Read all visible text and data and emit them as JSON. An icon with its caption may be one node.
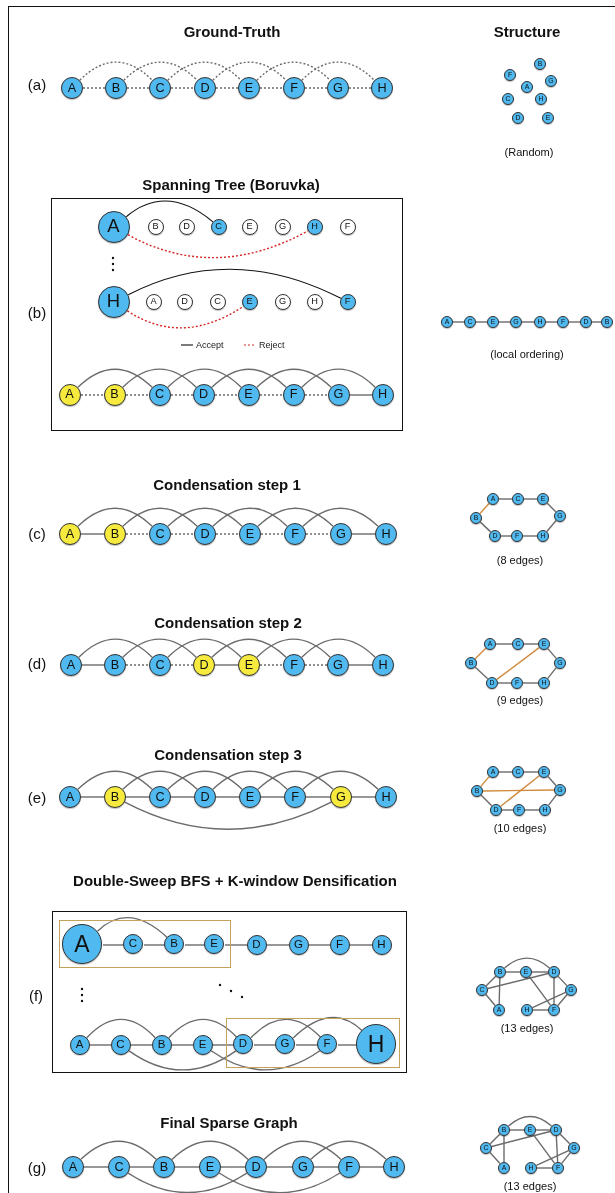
{
  "diagram": {
    "nodes": [
      {
        "text": [
          "A"
        ]
      },
      {
        "text": [
          "B"
        ]
      },
      {
        "text": [
          "C"
        ]
      },
      {
        "text": [
          "D"
        ]
      },
      {
        "text": [
          "E"
        ]
      },
      {
        "text": [
          "F"
        ]
      },
      {
        "text": [
          "G"
        ]
      },
      {
        "text": [
          "H"
        ]
      },
      {
        "text": [
          "B"
        ]
      },
      {
        "text": [
          "F"
        ]
      },
      {
        "text": [
          "G"
        ]
      },
      {
        "text": [
          "A"
        ]
      },
      {
        "text": [
          "C"
        ]
      },
      {
        "text": [
          "H"
        ]
      },
      {
        "text": [
          "D"
        ]
      },
      {
        "text": [
          "E"
        ]
      },
      {
        "text": [],
        "shape": "box"
      },
      {
        "text": [
          "A"
        ],
        "in": 16
      },
      {
        "text": [
          "B"
        ],
        "in": 16
      },
      {
        "text": [
          "D"
        ],
        "in": 16
      },
      {
        "text": [
          "C"
        ],
        "in": 16
      },
      {
        "text": [
          "E"
        ],
        "in": 16
      },
      {
        "text": [
          "G"
        ],
        "in": 16
      },
      {
        "text": [
          "H"
        ],
        "in": 16
      },
      {
        "text": [
          "F"
        ],
        "in": 16
      },
      {
        "text": [
          "H"
        ],
        "in": 16
      },
      {
        "text": [
          "A"
        ],
        "in": 16
      },
      {
        "text": [
          "D"
        ],
        "in": 16
      },
      {
        "text": [
          "C"
        ],
        "in": 16
      },
      {
        "text": [
          "E"
        ],
        "in": 16
      },
      {
        "text": [
          "G"
        ],
        "in": 16
      },
      {
        "text": [
          "H"
        ],
        "in": 16
      },
      {
        "text": [
          "F"
        ],
        "in": 16
      },
      {
        "text": [
          "A"
        ],
        "in": 16
      },
      {
        "text": [
          "B"
        ],
        "in": 16
      },
      {
        "text": [
          "C"
        ],
        "in": 16
      },
      {
        "text": [
          "D"
        ],
        "in": 16
      },
      {
        "text": [
          "E"
        ],
        "in": 16
      },
      {
        "text": [
          "F"
        ],
        "in": 16
      },
      {
        "text": [
          "G"
        ],
        "in": 16
      },
      {
        "text": [
          "H"
        ],
        "in": 16
      },
      {
        "text": [
          "A"
        ]
      },
      {
        "text": [
          "C"
        ]
      },
      {
        "text": [
          "E"
        ]
      },
      {
        "text": [
          "G"
        ]
      },
      {
        "text": [
          "H"
        ]
      },
      {
        "text": [
          "F"
        ]
      },
      {
        "text": [
          "D"
        ]
      },
      {
        "text": [
          "B"
        ]
      },
      {
        "text": [
          "A"
        ]
      },
      {
        "text": [
          "B"
        ]
      },
      {
        "text": [
          "C"
        ]
      },
      {
        "text": [
          "D"
        ]
      },
      {
        "text": [
          "E"
        ]
      },
      {
        "text": [
          "F"
        ]
      },
      {
        "text": [
          "G"
        ]
      },
      {
        "text": [
          "H"
        ]
      },
      {
        "text": [
          "A"
        ]
      },
      {
        "text": [
          "C"
        ]
      },
      {
        "text": [
          "E"
        ]
      },
      {
        "text": [
          "B"
        ]
      },
      {
        "text": [
          "G"
        ]
      },
      {
        "text": [
          "D"
        ]
      },
      {
        "text": [
          "F"
        ]
      },
      {
        "text": [
          "H"
        ]
      },
      {
        "text": [
          "A"
        ]
      },
      {
        "text": [
          "B"
        ]
      },
      {
        "text": [
          "C"
        ]
      },
      {
        "text": [
          "D"
        ]
      },
      {
        "text": [
          "E"
        ]
      },
      {
        "text": [
          "F"
        ]
      },
      {
        "text": [
          "G"
        ]
      },
      {
        "text": [
          "H"
        ]
      },
      {
        "text": [
          "A"
        ]
      },
      {
        "text": [
          "C"
        ]
      },
      {
        "text": [
          "E"
        ]
      },
      {
        "text": [
          "B"
        ]
      },
      {
        "text": [
          "G"
        ]
      },
      {
        "text": [
          "D"
        ]
      },
      {
        "text": [
          "F"
        ]
      },
      {
        "text": [
          "H"
        ]
      },
      {
        "text": [
          "A"
        ]
      },
      {
        "text": [
          "B"
        ]
      },
      {
        "text": [
          "C"
        ]
      },
      {
        "text": [
          "D"
        ]
      },
      {
        "text": [
          "E"
        ]
      },
      {
        "text": [
          "F"
        ]
      },
      {
        "text": [
          "G"
        ]
      },
      {
        "text": [
          "H"
        ]
      },
      {
        "text": [
          "A"
        ]
      },
      {
        "text": [
          "C"
        ]
      },
      {
        "text": [
          "E"
        ]
      },
      {
        "text": [
          "B"
        ]
      },
      {
        "text": [
          "G"
        ]
      },
      {
        "text": [
          "D"
        ]
      },
      {
        "text": [
          "F"
        ]
      },
      {
        "text": [
          "H"
        ]
      },
      {
        "text": [],
        "shape": "box"
      },
      {
        "text": [],
        "shape": "box",
        "in": 97
      },
      {
        "text": [
          "A"
        ],
        "in": 98
      },
      {
        "text": [
          "C"
        ],
        "in": 98
      },
      {
        "text": [
          "B"
        ],
        "in": 98
      },
      {
        "text": [
          "E"
        ],
        "in": 98
      },
      {
        "text": [
          "D"
        ],
        "in": 97
      },
      {
        "text": [
          "G"
        ],
        "in": 97
      },
      {
        "text": [
          "F"
        ],
        "in": 97
      },
      {
        "text": [
          "H"
        ],
        "in": 97
      },
      {
        "text": [
          "A"
        ],
        "in": 97
      },
      {
        "text": [
          "C"
        ],
        "in": 97
      },
      {
        "text": [
          "B"
        ],
        "in": 97
      },
      {
        "text": [
          "E"
        ],
        "in": 97
      },
      {
        "text": [],
        "shape": "box",
        "in": 97
      },
      {
        "text": [
          "D"
        ],
        "in": 111
      },
      {
        "text": [
          "G"
        ],
        "in": 111
      },
      {
        "text": [
          "F"
        ],
        "in": 111
      },
      {
        "text": [
          "H"
        ],
        "in": 111
      },
      {
        "text": [
          "B"
        ]
      },
      {
        "text": [
          "E"
        ]
      },
      {
        "text": [
          "D"
        ]
      },
      {
        "text": [
          "C"
        ]
      },
      {
        "text": [
          "G"
        ]
      },
      {
        "text": [
          "A"
        ]
      },
      {
        "text": [
          "H"
        ]
      },
      {
        "text": [
          "F"
        ]
      },
      {
        "text": [
          "A"
        ]
      },
      {
        "text": [
          "C"
        ]
      },
      {
        "text": [
          "B"
        ]
      },
      {
        "text": [
          "E"
        ]
      },
      {
        "text": [
          "D"
        ]
      },
      {
        "text": [
          "G"
        ]
      },
      {
        "text": [
          "F"
        ]
      },
      {
        "text": [
          "H"
        ]
      },
      {
        "text": [
          "B"
        ]
      },
      {
        "text": [
          "E"
        ]
      },
      {
        "text": [
          "D"
        ]
      },
      {
        "text": [
          "C"
        ]
      },
      {
        "text": [
          "G"
        ]
      },
      {
        "text": [
          "A"
        ]
      },
      {
        "text": [
          "H"
        ]
      },
      {
        "text": [
          "F"
        ]
      }
    ],
    "edges": [
      {
        "from": 0,
        "to": 1,
        "arrow": "none",
        "style": "dashed"
      },
      {
        "from": 1,
        "to": 2,
        "arrow": "none",
        "style": "dashed"
      },
      {
        "from": 2,
        "to": 3,
        "arrow": "none",
        "style": "dashed"
      },
      {
        "from": 3,
        "to": 4,
        "arrow": "none",
        "style": "dashed"
      },
      {
        "from": 4,
        "to": 5,
        "arrow": "none",
        "style": "dashed"
      },
      {
        "from": 5,
        "to": 6,
        "arrow": "none",
        "style": "dashed"
      },
      {
        "from": 6,
        "to": 7,
        "arrow": "none",
        "style": "dashed"
      },
      {
        "from": 0,
        "to": 2,
        "arrow": "none",
        "style": "dashed"
      },
      {
        "from": 1,
        "to": 3,
        "arrow": "none",
        "style": "dashed"
      },
      {
        "from": 2,
        "to": 4,
        "arrow": "none",
        "style": "dashed"
      },
      {
        "from": 3,
        "to": 5,
        "arrow": "none",
        "style": "dashed"
      },
      {
        "from": 4,
        "to": 6,
        "arrow": "none",
        "style": "dashed"
      },
      {
        "from": 5,
        "to": 7,
        "arrow": "none",
        "style": "dashed"
      },
      {
        "from": 17,
        "to": 20,
        "arrow": "none",
        "color": "#111111"
      },
      {
        "from": 17,
        "to": 23,
        "arrow": "none",
        "style": "dashed",
        "color": "#d62828"
      },
      {
        "from": 25,
        "to": 32,
        "arrow": "none",
        "color": "#111111"
      },
      {
        "from": 25,
        "to": 29,
        "arrow": "none",
        "style": "dashed",
        "color": "#d62828"
      },
      {
        "from": 33,
        "to": 34,
        "arrow": "none",
        "style": "dashed"
      },
      {
        "from": 34,
        "to": 35,
        "arrow": "none",
        "style": "dashed"
      },
      {
        "from": 35,
        "to": 36,
        "arrow": "none",
        "style": "dashed"
      },
      {
        "from": 36,
        "to": 37,
        "arrow": "none",
        "style": "dashed"
      },
      {
        "from": 37,
        "to": 38,
        "arrow": "none",
        "style": "dashed"
      },
      {
        "from": 38,
        "to": 39,
        "arrow": "none",
        "style": "dashed"
      },
      {
        "from": 39,
        "to": 40,
        "arrow": "none"
      },
      {
        "from": 33,
        "to": 35,
        "arrow": "none"
      },
      {
        "from": 34,
        "to": 36,
        "arrow": "none"
      },
      {
        "from": 35,
        "to": 37,
        "arrow": "none"
      },
      {
        "from": 36,
        "to": 38,
        "arrow": "none"
      },
      {
        "from": 37,
        "to": 39,
        "arrow": "none"
      },
      {
        "from": 38,
        "to": 40,
        "arrow": "none"
      },
      {
        "from": 41,
        "to": 42,
        "arrow": "none"
      },
      {
        "from": 42,
        "to": 43,
        "arrow": "none"
      },
      {
        "from": 43,
        "to": 44,
        "arrow": "none"
      },
      {
        "from": 44,
        "to": 45,
        "arrow": "none"
      },
      {
        "from": 45,
        "to": 46,
        "arrow": "none"
      },
      {
        "from": 46,
        "to": 47,
        "arrow": "none"
      },
      {
        "from": 47,
        "to": 48,
        "arrow": "none"
      },
      {
        "from": 49,
        "to": 50,
        "arrow": "none"
      },
      {
        "from": 50,
        "to": 51,
        "arrow": "none",
        "style": "dashed"
      },
      {
        "from": 51,
        "to": 52,
        "arrow": "none",
        "style": "dashed"
      },
      {
        "from": 52,
        "to": 53,
        "arrow": "none",
        "style": "dashed"
      },
      {
        "from": 53,
        "to": 54,
        "arrow": "none",
        "style": "dashed"
      },
      {
        "from": 54,
        "to": 55,
        "arrow": "none",
        "style": "dashed"
      },
      {
        "from": 55,
        "to": 56,
        "arrow": "none"
      },
      {
        "from": 49,
        "to": 51,
        "arrow": "none"
      },
      {
        "from": 50,
        "to": 52,
        "arrow": "none"
      },
      {
        "from": 51,
        "to": 53,
        "arrow": "none"
      },
      {
        "from": 52,
        "to": 54,
        "arrow": "none"
      },
      {
        "from": 53,
        "to": 55,
        "arrow": "none"
      },
      {
        "from": 54,
        "to": 56,
        "arrow": "none"
      },
      {
        "from": 60,
        "to": 57,
        "arrow": "none",
        "color": "#d08a3c"
      },
      {
        "from": 57,
        "to": 58,
        "arrow": "none"
      },
      {
        "from": 58,
        "to": 59,
        "arrow": "none"
      },
      {
        "from": 59,
        "to": 61,
        "arrow": "none"
      },
      {
        "from": 61,
        "to": 64,
        "arrow": "none"
      },
      {
        "from": 64,
        "to": 63,
        "arrow": "none"
      },
      {
        "from": 63,
        "to": 62,
        "arrow": "none"
      },
      {
        "from": 62,
        "to": 60,
        "arrow": "none"
      },
      {
        "from": 65,
        "to": 66,
        "arrow": "none"
      },
      {
        "from": 66,
        "to": 67,
        "arrow": "none",
        "style": "dashed"
      },
      {
        "from": 67,
        "to": 68,
        "arrow": "none",
        "style": "dashed"
      },
      {
        "from": 68,
        "to": 69,
        "arrow": "none"
      },
      {
        "from": 69,
        "to": 70,
        "arrow": "none",
        "style": "dashed"
      },
      {
        "from": 70,
        "to": 71,
        "arrow": "none",
        "style": "dashed"
      },
      {
        "from": 71,
        "to": 72,
        "arrow": "none"
      },
      {
        "from": 65,
        "to": 67,
        "arrow": "none"
      },
      {
        "from": 66,
        "to": 68,
        "arrow": "none"
      },
      {
        "from": 67,
        "to": 69,
        "arrow": "none"
      },
      {
        "from": 68,
        "to": 70,
        "arrow": "none"
      },
      {
        "from": 69,
        "to": 71,
        "arrow": "none"
      },
      {
        "from": 70,
        "to": 72,
        "arrow": "none"
      },
      {
        "from": 76,
        "to": 73,
        "arrow": "none",
        "color": "#d08a3c"
      },
      {
        "from": 73,
        "to": 74,
        "arrow": "none"
      },
      {
        "from": 74,
        "to": 75,
        "arrow": "none"
      },
      {
        "from": 75,
        "to": 77,
        "arrow": "none"
      },
      {
        "from": 77,
        "to": 80,
        "arrow": "none"
      },
      {
        "from": 80,
        "to": 79,
        "arrow": "none"
      },
      {
        "from": 79,
        "to": 78,
        "arrow": "none"
      },
      {
        "from": 78,
        "to": 76,
        "arrow": "none"
      },
      {
        "from": 78,
        "to": 75,
        "arrow": "none",
        "color": "#d08a3c"
      },
      {
        "from": 81,
        "to": 82,
        "arrow": "none"
      },
      {
        "from": 82,
        "to": 83,
        "arrow": "none"
      },
      {
        "from": 83,
        "to": 84,
        "arrow": "none"
      },
      {
        "from": 84,
        "to": 85,
        "arrow": "none"
      },
      {
        "from": 85,
        "to": 86,
        "arrow": "none"
      },
      {
        "from": 86,
        "to": 87,
        "arrow": "none"
      },
      {
        "from": 87,
        "to": 88,
        "arrow": "none"
      },
      {
        "from": 81,
        "to": 83,
        "arrow": "none"
      },
      {
        "from": 82,
        "to": 84,
        "arrow": "none"
      },
      {
        "from": 83,
        "to": 85,
        "arrow": "none"
      },
      {
        "from": 84,
        "to": 86,
        "arrow": "none"
      },
      {
        "from": 85,
        "to": 87,
        "arrow": "none"
      },
      {
        "from": 86,
        "to": 88,
        "arrow": "none"
      },
      {
        "from": 82,
        "to": 87,
        "arrow": "none"
      },
      {
        "from": 92,
        "to": 89,
        "arrow": "none",
        "color": "#d08a3c"
      },
      {
        "from": 89,
        "to": 90,
        "arrow": "none"
      },
      {
        "from": 90,
        "to": 91,
        "arrow": "none"
      },
      {
        "from": 91,
        "to": 93,
        "arrow": "none"
      },
      {
        "from": 93,
        "to": 96,
        "arrow": "none"
      },
      {
        "from": 96,
        "to": 95,
        "arrow": "none"
      },
      {
        "from": 95,
        "to": 94,
        "arrow": "none"
      },
      {
        "from": 94,
        "to": 92,
        "arrow": "none"
      },
      {
        "from": 94,
        "to": 91,
        "arrow": "none",
        "color": "#d08a3c"
      },
      {
        "from": 92,
        "to": 93,
        "arrow": "none",
        "color": "#d08a3c"
      },
      {
        "from": 99,
        "to": 100,
        "arrow": "none"
      },
      {
        "from": 100,
        "to": 101,
        "arrow": "none"
      },
      {
        "from": 101,
        "to": 102,
        "arrow": "none"
      },
      {
        "from": 102,
        "to": 103,
        "arrow": "none"
      },
      {
        "from": 103,
        "to": 104,
        "arrow": "none"
      },
      {
        "from": 104,
        "to": 105,
        "arrow": "none"
      },
      {
        "from": 105,
        "to": 106,
        "arrow": "none"
      },
      {
        "from": 99,
        "to": 101,
        "arrow": "none"
      },
      {
        "from": 107,
        "to": 108,
        "arrow": "none"
      },
      {
        "from": 108,
        "to": 109,
        "arrow": "none"
      },
      {
        "from": 109,
        "to": 110,
        "arrow": "none"
      },
      {
        "from": 110,
        "to": 112,
        "arrow": "none"
      },
      {
        "from": 112,
        "to": 113,
        "arrow": "none"
      },
      {
        "from": 113,
        "to": 114,
        "arrow": "none"
      },
      {
        "from": 114,
        "to": 115,
        "arrow": "none"
      },
      {
        "from": 107,
        "to": 109,
        "arrow": "none"
      },
      {
        "from": 109,
        "to": 112,
        "arrow": "none"
      },
      {
        "from": 112,
        "to": 114,
        "arrow": "none"
      },
      {
        "from": 113,
        "to": 115,
        "arrow": "none"
      },
      {
        "from": 108,
        "to": 112,
        "arrow": "none"
      },
      {
        "from": 110,
        "to": 114,
        "arrow": "none"
      },
      {
        "from": 121,
        "to": 119,
        "arrow": "none"
      },
      {
        "from": 119,
        "to": 116,
        "arrow": "none"
      },
      {
        "from": 116,
        "to": 117,
        "arrow": "none"
      },
      {
        "from": 117,
        "to": 118,
        "arrow": "none"
      },
      {
        "from": 118,
        "to": 120,
        "arrow": "none"
      },
      {
        "from": 120,
        "to": 123,
        "arrow": "none"
      },
      {
        "from": 123,
        "to": 122,
        "arrow": "none"
      },
      {
        "from": 121,
        "to": 116,
        "arrow": "none"
      },
      {
        "from": 116,
        "to": 118,
        "arrow": "none"
      },
      {
        "from": 118,
        "to": 123,
        "arrow": "none"
      },
      {
        "from": 120,
        "to": 122,
        "arrow": "none"
      },
      {
        "from": 119,
        "to": 118,
        "arrow": "none"
      },
      {
        "from": 117,
        "to": 123,
        "arrow": "none"
      },
      {
        "from": 124,
        "to": 125,
        "arrow": "none"
      },
      {
        "from": 125,
        "to": 126,
        "arrow": "none"
      },
      {
        "from": 126,
        "to": 127,
        "arrow": "none"
      },
      {
        "from": 127,
        "to": 128,
        "arrow": "none"
      },
      {
        "from": 128,
        "to": 129,
        "arrow": "none"
      },
      {
        "from": 129,
        "to": 130,
        "arrow": "none"
      },
      {
        "from": 130,
        "to": 131,
        "arrow": "none"
      },
      {
        "from": 124,
        "to": 126,
        "arrow": "none"
      },
      {
        "from": 126,
        "to": 128,
        "arrow": "none"
      },
      {
        "from": 128,
        "to": 130,
        "arrow": "none"
      },
      {
        "from": 129,
        "to": 131,
        "arrow": "none"
      },
      {
        "from": 125,
        "to": 128,
        "arrow": "none"
      },
      {
        "from": 127,
        "to": 130,
        "arrow": "none"
      },
      {
        "from": 137,
        "to": 135,
        "arrow": "none"
      },
      {
        "from": 135,
        "to": 132,
        "arrow": "none"
      },
      {
        "from": 132,
        "to": 133,
        "arrow": "none"
      },
      {
        "from": 133,
        "to": 134,
        "arrow": "none"
      },
      {
        "from": 134,
        "to": 136,
        "arrow": "none"
      },
      {
        "from": 136,
        "to": 139,
        "arrow": "none"
      },
      {
        "from": 139,
        "to": 138,
        "arrow": "none"
      },
      {
        "from": 137,
        "to": 132,
        "arrow": "none"
      },
      {
        "from": 132,
        "to": 134,
        "arrow": "none"
      },
      {
        "from": 134,
        "to": 139,
        "arrow": "none"
      },
      {
        "from": 136,
        "to": 138,
        "arrow": "none"
      },
      {
        "from": 135,
        "to": 134,
        "arrow": "none"
      },
      {
        "from": 133,
        "to": 139,
        "arrow": "none"
      }
    ],
    "labels": [
      "Ground-Truth",
      "Structure",
      "(a)",
      "(Random)",
      "Spanning Tree (Boruvka)",
      "(b)",
      "(local ordering)",
      "Condensation step 1",
      "(c)",
      "(8 edges)",
      "Condensation step 2",
      "(d)",
      "(9 edges)",
      "Condensation step 3",
      "(e)",
      "(10 edges)",
      "Double-Sweep BFS + K-window Densification",
      "(f)",
      "(13 edges)",
      "Final Sparse Graph",
      "(g)",
      "(13 edges)"
    ],
    "legend": [
      {
        "text": "Accept"
      },
      {
        "text": "Reject"
      }
    ]
  }
}
